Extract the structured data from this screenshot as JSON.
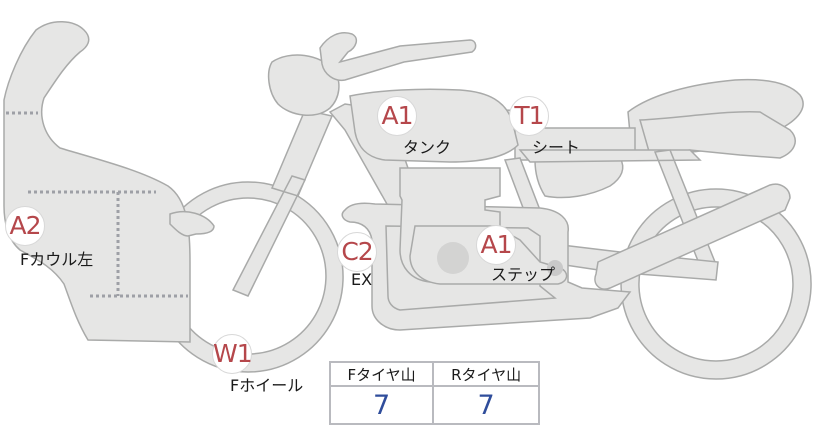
{
  "markers": [
    {
      "code": "A1",
      "label": "タンク"
    },
    {
      "code": "T1",
      "label": "シート"
    },
    {
      "code": "A2",
      "label": "Fカウル左"
    },
    {
      "code": "C2",
      "label": "EX"
    },
    {
      "code": "A1",
      "label": "ステップ"
    },
    {
      "code": "W1",
      "label": "Fホイール"
    }
  ],
  "tread_table": {
    "front_header": "Fタイヤ山",
    "rear_header": "Rタイヤ山",
    "front_value": "7",
    "rear_value": "7"
  },
  "colors": {
    "marker_text": "#b5474b",
    "value_text": "#2f4d9b",
    "part_fill": "#e6e6e5"
  }
}
